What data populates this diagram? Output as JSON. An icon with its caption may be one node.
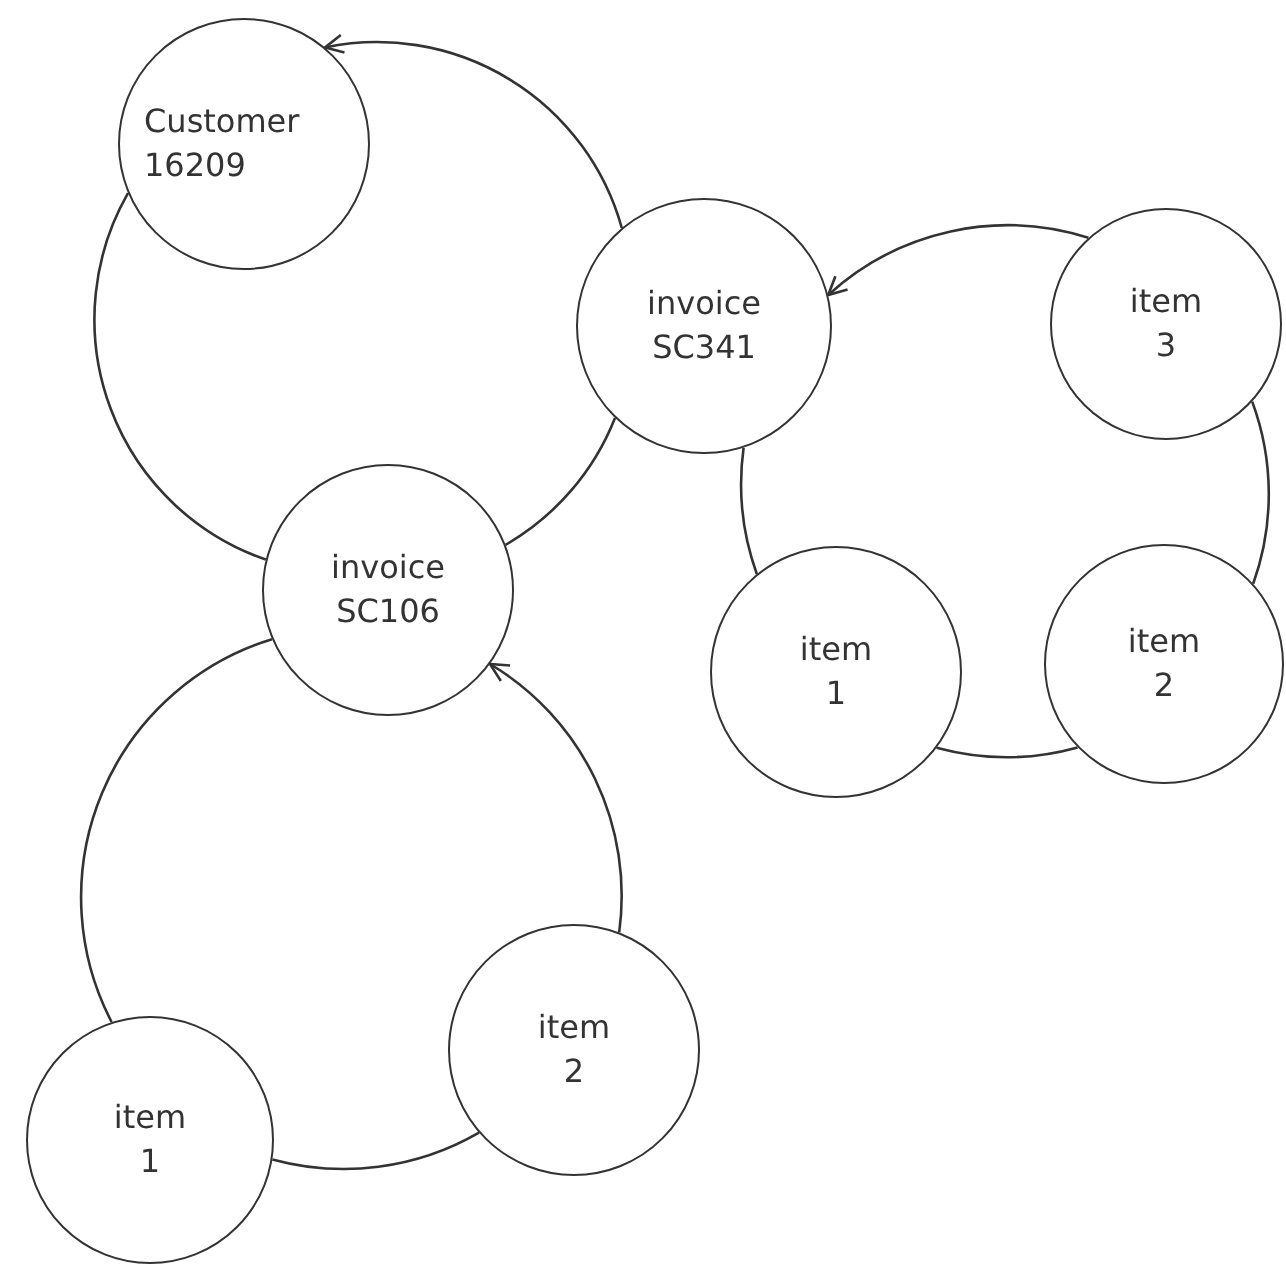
{
  "diagram": {
    "nodes": [
      {
        "text": [
          "Customer 16209"
        ]
      },
      {
        "text": [
          "invoice SC341"
        ]
      },
      {
        "text": [
          "item 3"
        ]
      },
      {
        "text": [
          "invoice SC106"
        ]
      },
      {
        "text": [
          "item 1"
        ]
      },
      {
        "text": [
          "item 2"
        ]
      },
      {
        "text": [
          "item 2"
        ]
      },
      {
        "text": [
          "item 1"
        ]
      }
    ],
    "edges": [
      {
        "from": 1,
        "to": 0,
        "arrow": "to"
      },
      {
        "from": 0,
        "to": 3,
        "arrow": "none"
      },
      {
        "from": 3,
        "to": 1,
        "arrow": "none"
      },
      {
        "from": 2,
        "to": 1,
        "arrow": "to"
      },
      {
        "from": 2,
        "to": 5,
        "arrow": "none"
      },
      {
        "from": 5,
        "to": 4,
        "arrow": "none"
      },
      {
        "from": 4,
        "to": 1,
        "arrow": "none"
      },
      {
        "from": 6,
        "to": 3,
        "arrow": "to"
      },
      {
        "from": 3,
        "to": 7,
        "arrow": "none"
      },
      {
        "from": 7,
        "to": 6,
        "arrow": "none"
      }
    ]
  }
}
